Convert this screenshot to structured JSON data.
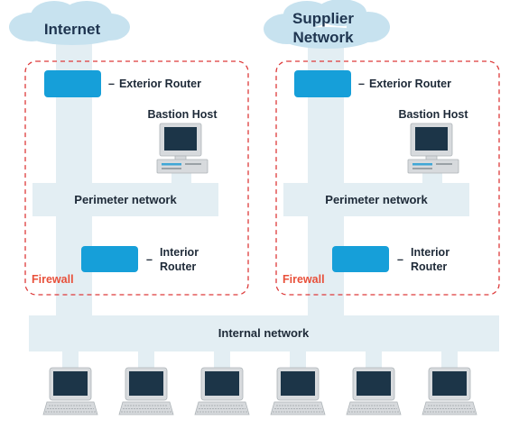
{
  "colors": {
    "backbone": "#e3eef3",
    "cloud": "#c7e2ef",
    "router": "#169fd9",
    "firewall_border": "#dd3a3a",
    "firewall_text": "#e8503a",
    "monitor_screen": "#1c3548",
    "device_body": "#d7dadd"
  },
  "networks": [
    {
      "cloud_lines": [
        "Internet"
      ],
      "exterior_router_label": "Exterior Router",
      "bastion_label": "Bastion Host",
      "perimeter_label": "Perimeter network",
      "interior_router_lines": [
        "Interior",
        "Router"
      ],
      "firewall_label": "Firewall"
    },
    {
      "cloud_lines": [
        "Supplier",
        "Network"
      ],
      "exterior_router_label": "Exterior Router",
      "bastion_label": "Bastion Host",
      "perimeter_label": "Perimeter network",
      "interior_router_lines": [
        "Interior",
        "Router"
      ],
      "firewall_label": "Firewall"
    }
  ],
  "dash_symbol": "–",
  "internal_network_label": "Internal network",
  "workstation_icon": "laptop-icon",
  "workstation_count": 6
}
